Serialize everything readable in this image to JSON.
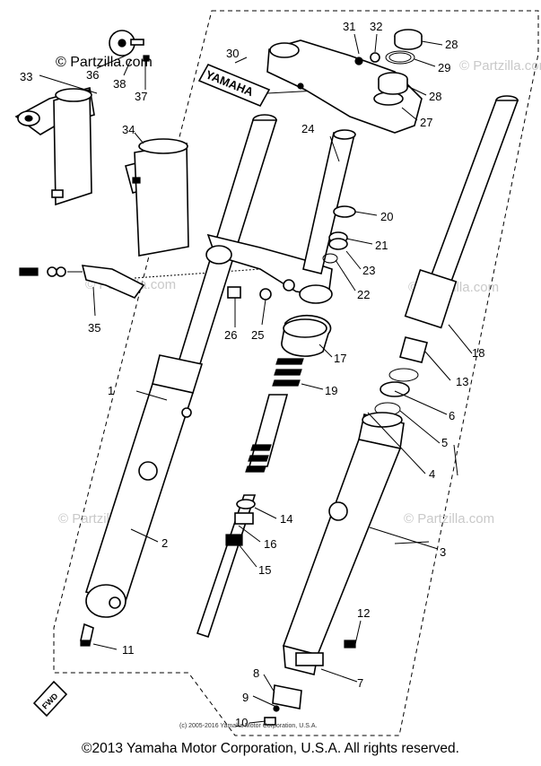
{
  "watermark_top": "© Partzilla.com",
  "watermark": "© Partzilla.com",
  "brand_label": "YAMAHA",
  "fwd_label": "FWD",
  "small_copyright": "(c) 2005-2016 Yamaha Motor Corporation, U.S.A.",
  "footer": "©2013 Yamaha Motor Corporation, U.S.A. All rights reserved.",
  "callouts": {
    "n1": "1",
    "n2": "2",
    "n3": "3",
    "n4": "4",
    "n5": "5",
    "n6": "6",
    "n7": "7",
    "n8": "8",
    "n9": "9",
    "n10": "10",
    "n11": "11",
    "n12": "12",
    "n13": "13",
    "n14": "14",
    "n15": "15",
    "n16": "16",
    "n17": "17",
    "n18": "18",
    "n19": "19",
    "n20": "20",
    "n21": "21",
    "n22": "22",
    "n23": "23",
    "n24": "24",
    "n25": "25",
    "n26": "26",
    "n27": "27",
    "n28a": "28",
    "n28b": "28",
    "n29": "29",
    "n30": "30",
    "n31": "31",
    "n32": "32",
    "n33": "33",
    "n34": "34",
    "n35": "35",
    "n36": "36",
    "n37": "37",
    "n38": "38"
  }
}
